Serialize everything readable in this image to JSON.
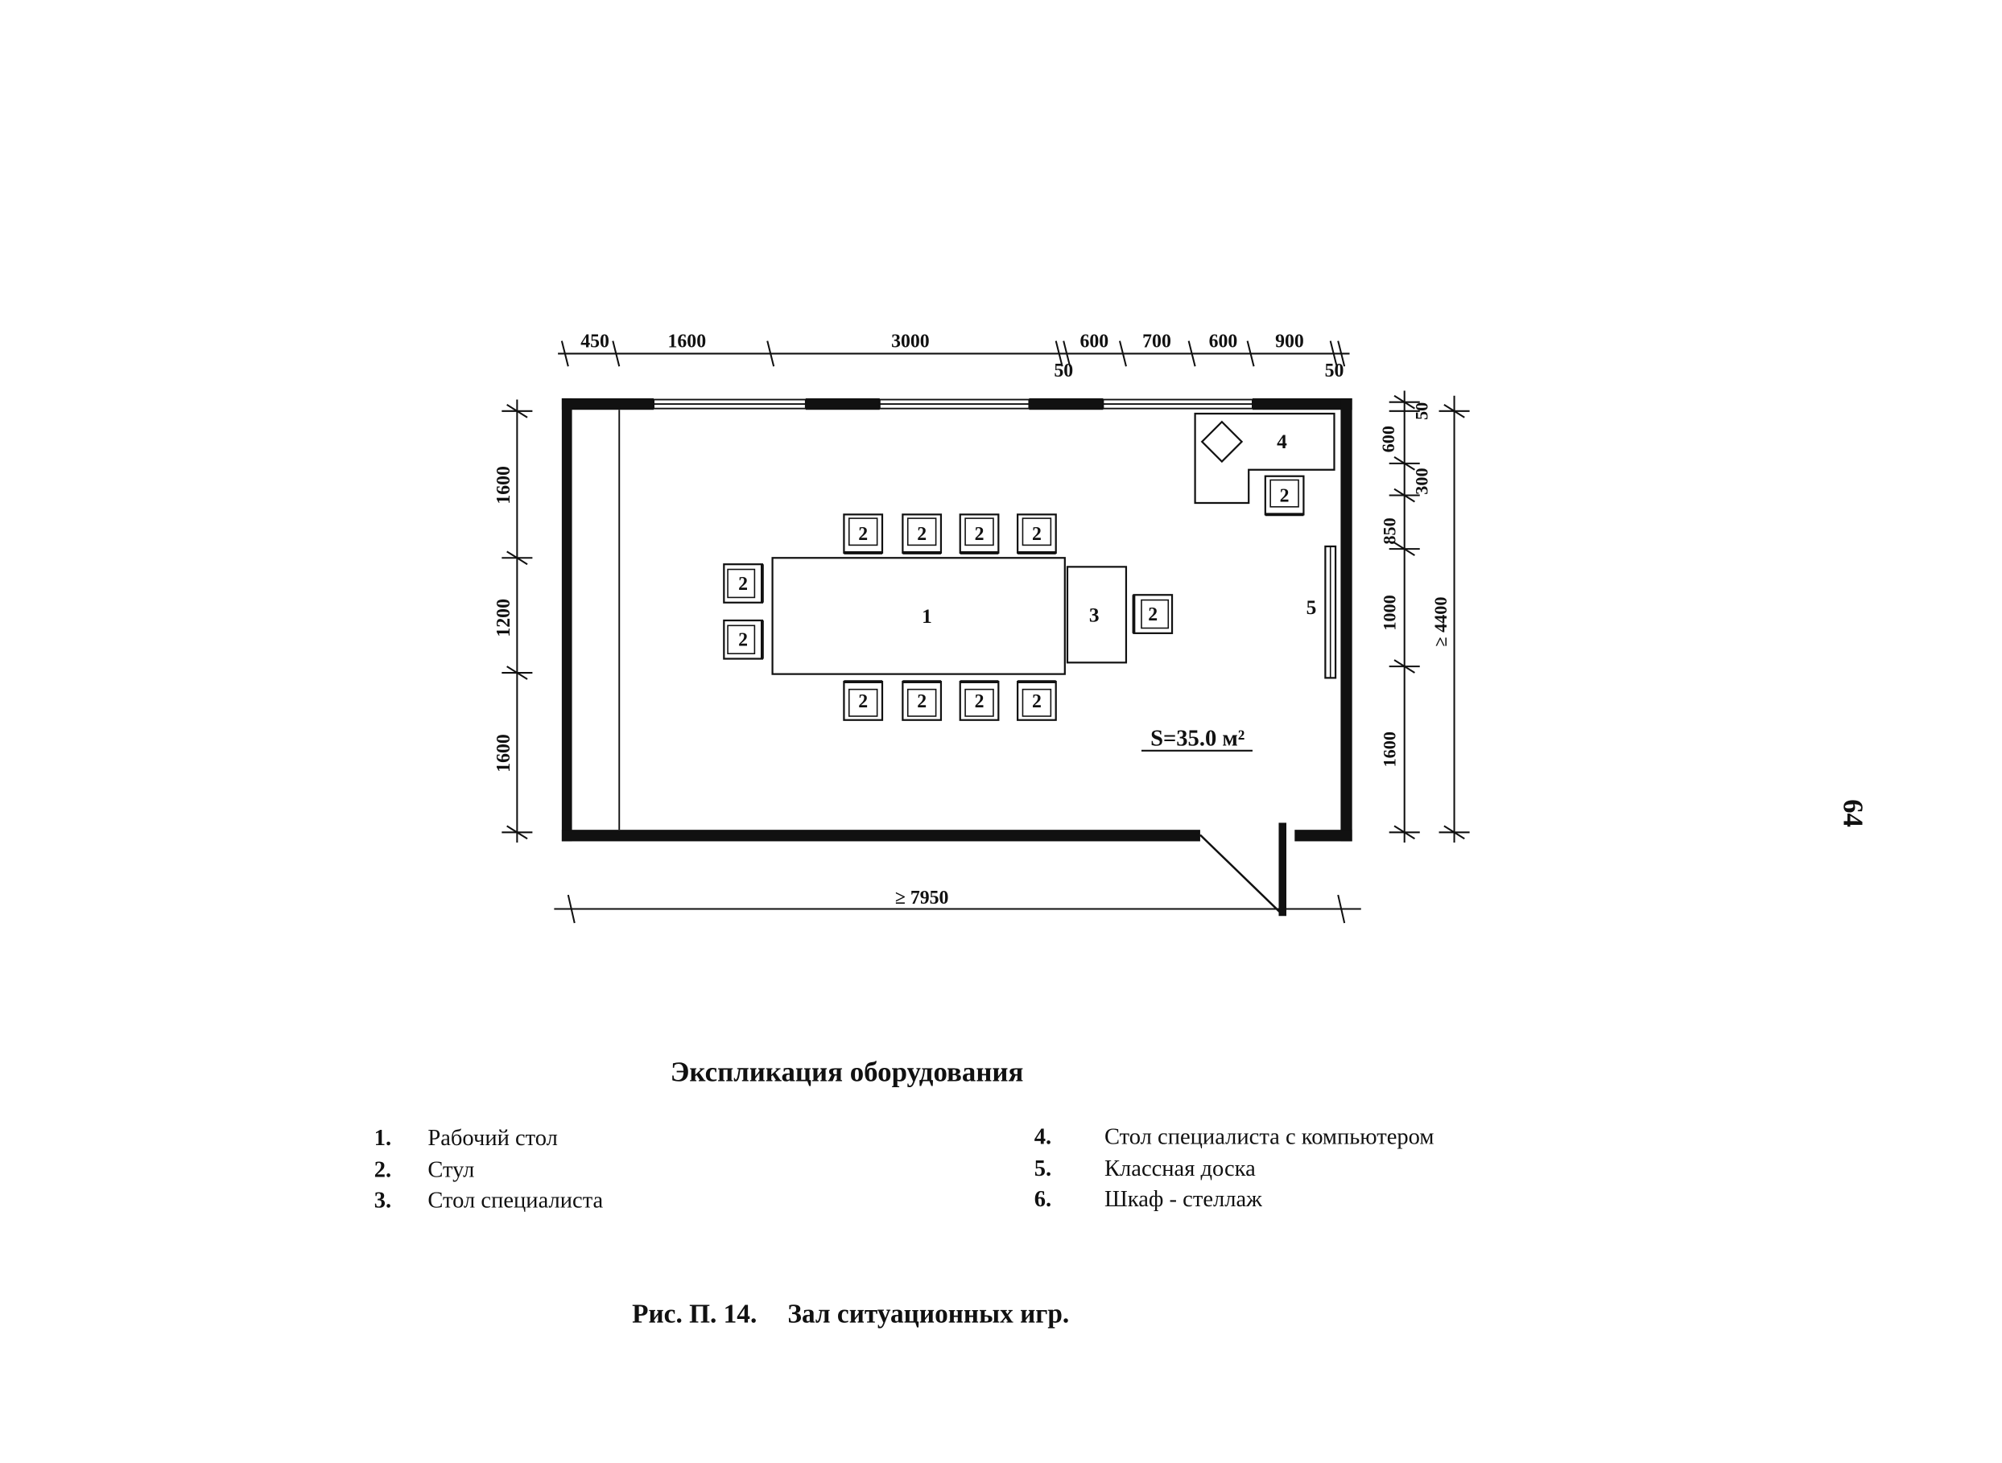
{
  "plan": {
    "dims_top": [
      "450",
      "1600",
      "3000",
      "600",
      "700",
      "600",
      "900"
    ],
    "dims_top_small": [
      "50",
      "50"
    ],
    "dims_left": [
      "1600",
      "1200",
      "1600"
    ],
    "dims_right": [
      "50",
      "600",
      "300",
      "850",
      "1000",
      "1600"
    ],
    "dim_total_height": "≥ 4400",
    "dim_total_width": "≥ 7950",
    "area": "S=35.0 м²",
    "labels": {
      "table": "1",
      "chair": "2",
      "specialist_table": "3",
      "specialist_computer_table": "4",
      "board": "5"
    }
  },
  "legend": {
    "title": "Экспликация оборудования",
    "items": [
      {
        "num": "1.",
        "text": "Рабочий стол"
      },
      {
        "num": "2.",
        "text": "Стул"
      },
      {
        "num": "3.",
        "text": "Стол специалиста"
      },
      {
        "num": "4.",
        "text": "Стол специалиста с компьютером"
      },
      {
        "num": "5.",
        "text": "Классная доска"
      },
      {
        "num": "6.",
        "text": "Шкаф - стеллаж"
      }
    ]
  },
  "caption": {
    "figure": "Рис. П. 14.",
    "title": "Зал  ситуационных  игр."
  },
  "page_number": "64"
}
